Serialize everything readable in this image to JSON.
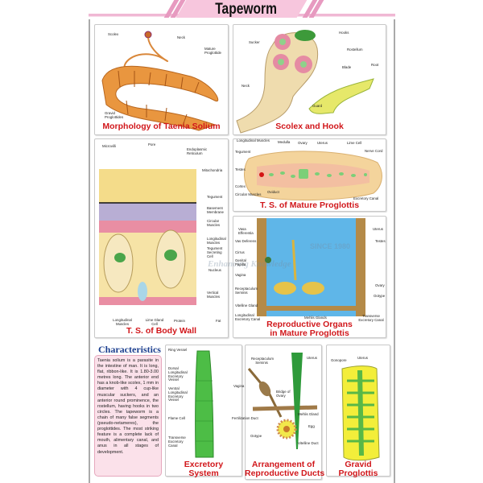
{
  "title": "Tapeworm",
  "watermark": {
    "since": "SINCE 1980",
    "tagline": "Enhancing Knowledge"
  },
  "panels": {
    "morphology": {
      "title": "Morphology of Taenia Solium",
      "labels": [
        "Scolex",
        "Neck",
        "Mature Proglottide",
        "Gravid Proglottides"
      ]
    },
    "scolex": {
      "title": "Scolex and Hook",
      "labels": [
        "Hooks",
        "Rostellum",
        "Sucker",
        "Neck",
        "Blade",
        "Root",
        "Guard"
      ]
    },
    "body_wall": {
      "title": "T. S. of Body Wall",
      "labels": [
        "Microvilli",
        "Pore",
        "Endoplasmic Reticulum",
        "Mitochondria",
        "Tegument",
        "Basement Membrane",
        "Circular Muscles",
        "Longitudinal Muscles",
        "Tegument Secreting Cell",
        "Nucleus",
        "Vertical Muscles",
        "Longitudinal Muscles",
        "Lime Gland Cell",
        "Protein",
        "Fat"
      ]
    },
    "mature_proglottis": {
      "title": "T. S. of Mature Proglottis",
      "labels": [
        "Longitudinal Muscles",
        "Medulla",
        "Ovary",
        "Uterus",
        "Lime Cell",
        "Nerve Cord",
        "Tegument",
        "Testes",
        "Cortex",
        "Circular Muscles",
        "Oviduct",
        "Excretory Canal"
      ]
    },
    "reproductive": {
      "title_1": "Reproductive Organs",
      "title_2": "in Mature Proglottis",
      "labels": [
        "Vasa Efferentia",
        "Vas Deferens",
        "Cirrus",
        "Genital Papilla",
        "Vagina",
        "Receptaculum Seminis",
        "Vitelline Gland",
        "Longitudinal Excretory Canal",
        "Mehlis Glands",
        "Transverse Excretory Canal",
        "Uterus",
        "Testes",
        "Ovary",
        "Ootype"
      ]
    },
    "characteristics": {
      "title": "Characteristics",
      "text": "Taenia solium is a parasite in the intestine of man. It is long, flat, ribbon-like. It is 1.80-3.00 metres long. The anterior end has a knob-like scolex, 1 mm in diameter with 4 cup-like muscular suckers, and an anterior round prominence, the rostellum, having hooks in two circles. The tapeworm is a chain of many false segments (pseudo-netameres), the proglottides. The most striking feature is a complete lack of mouth, alimentary canal, and anus in all stages of development."
    },
    "excretory": {
      "title_1": "Excretory",
      "title_2": "System",
      "labels": [
        "Ring Vessel",
        "Dorsal Longitudinal Excretory Vessel",
        "Ventral Longitudinal Excretory Vessel",
        "Flame Cell",
        "Transverse Excretory Canal"
      ]
    },
    "ducts": {
      "title_1": "Arrangement of",
      "title_2": "Reproductive Ducts",
      "labels": [
        "Receptaculum Seminis",
        "Uterus",
        "Vagina",
        "Bridge of Ovary",
        "Mehlis Gland",
        "Fertilization Duct",
        "Egg",
        "Ootype",
        "Vitelline Duct"
      ]
    },
    "gravid": {
      "title_1": "Gravid",
      "title_2": "Proglottis",
      "labels": [
        "Gonopore",
        "Uterus"
      ]
    }
  },
  "colors": {
    "title_red": "#d1171b",
    "heading_blue": "#1c3f8f",
    "header_pink": "#f7c6dd",
    "box_pink": "#fbe1ea"
  }
}
